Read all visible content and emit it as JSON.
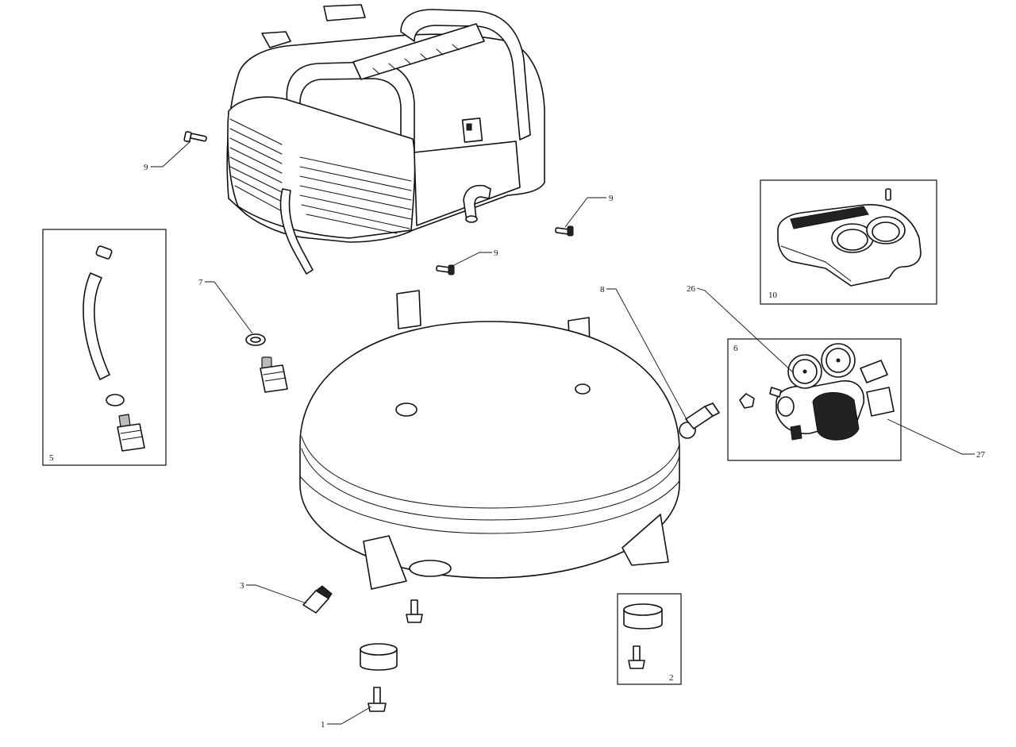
{
  "diagram": {
    "callouts": {
      "c1": "1",
      "c2": "2",
      "c3": "3",
      "c5": "5",
      "c6": "6",
      "c7": "7",
      "c8": "8",
      "c9a": "9",
      "c9b": "9",
      "c9c": "9",
      "c10": "10",
      "c26": "26",
      "c27": "27"
    },
    "parts": [
      "compressor-motor-assembly",
      "air-tank",
      "outlet-hose-kit",
      "regulator-manifold-assembly",
      "shroud-cover",
      "rubber-foot",
      "drain-valve",
      "safety-valve",
      "check-valve-fitting",
      "shroud-screw"
    ]
  }
}
